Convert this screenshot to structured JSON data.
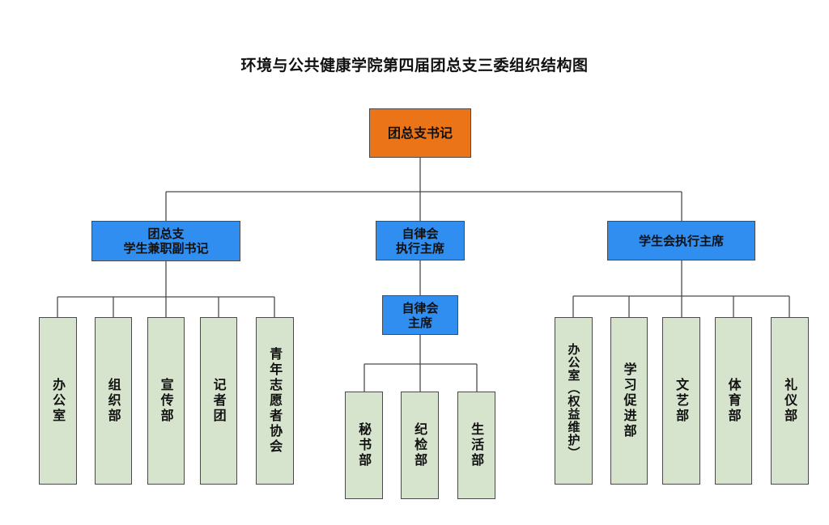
{
  "title": "环境与公共健康学院第四届团总支三委组织结构图",
  "colors": {
    "top_node": "#ea7417",
    "mid_node": "#2f8ef0",
    "leaf_node": "#d6e4cd",
    "border": "#4a4a4a",
    "line": "#4a4a4a"
  },
  "nodes": {
    "secretary": "团总支书记",
    "deputy_secretary": "团总支\n学生兼职副书记",
    "self_committee_exec": "自律会\n执行主席",
    "self_committee_chair": "自律会\n主席",
    "student_union_exec": "学生会执行主席"
  },
  "branches": {
    "deputy_departments": [
      "办公室",
      "组织部",
      "宣传部",
      "记者团",
      "青年志愿者协会"
    ],
    "self_committee_departments": [
      "秘书部",
      "纪检部",
      "生活部"
    ],
    "student_union_departments": [
      "办公室（权益维护）",
      "学习促进部",
      "文艺部",
      "体育部",
      "礼仪部"
    ]
  }
}
